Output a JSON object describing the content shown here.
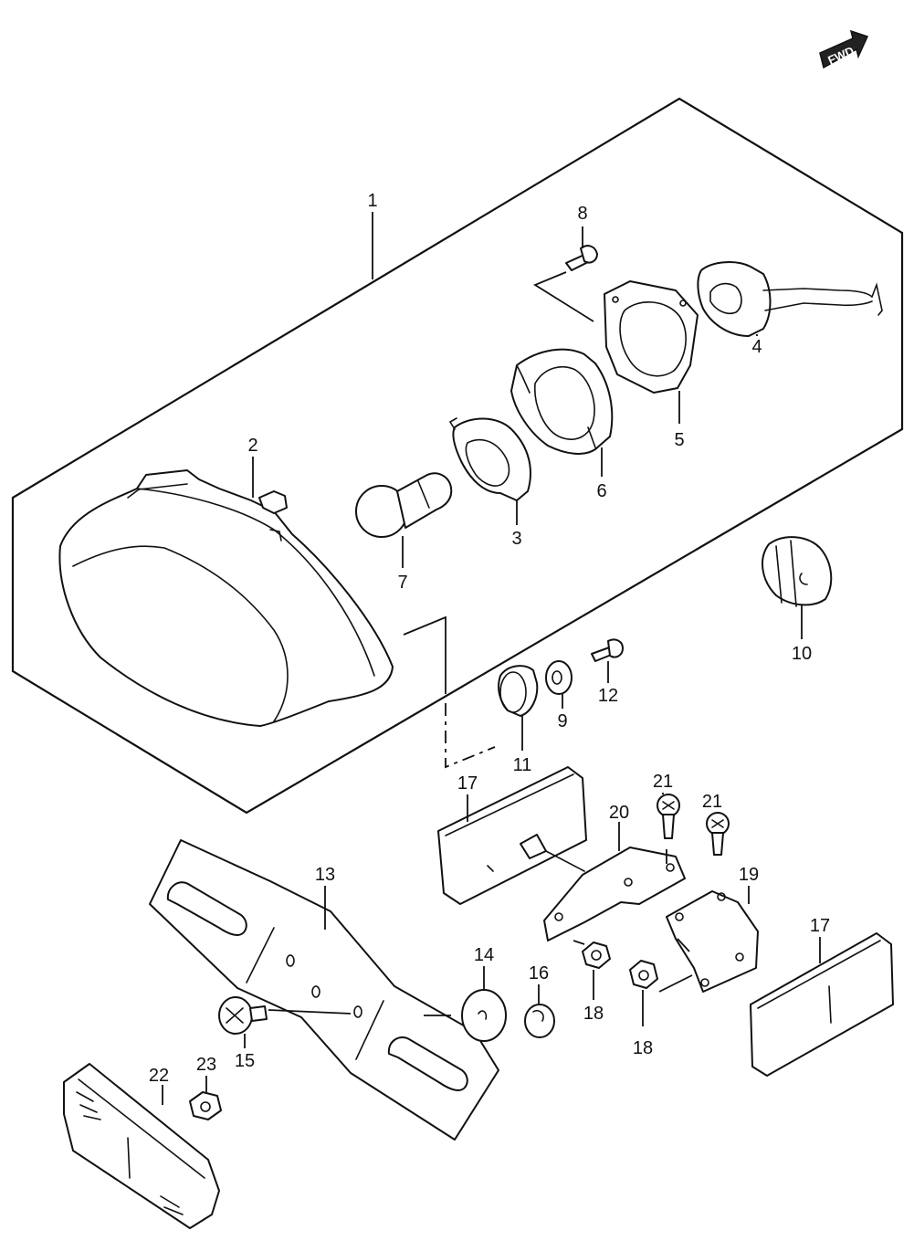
{
  "direction_badge": {
    "text": "FWD"
  },
  "callouts": {
    "c1": "1",
    "c2": "2",
    "c3": "3",
    "c4": "4",
    "c5": "5",
    "c6": "6",
    "c7": "7",
    "c8": "8",
    "c9": "9",
    "c10": "10",
    "c11": "11",
    "c12": "12",
    "c13": "13",
    "c14": "14",
    "c15": "15",
    "c16": "16",
    "c17a": "17",
    "c17b": "17",
    "c18a": "18",
    "c18b": "18",
    "c19": "19",
    "c20": "20",
    "c21a": "21",
    "c21b": "21",
    "c22": "22",
    "c23": "23"
  }
}
